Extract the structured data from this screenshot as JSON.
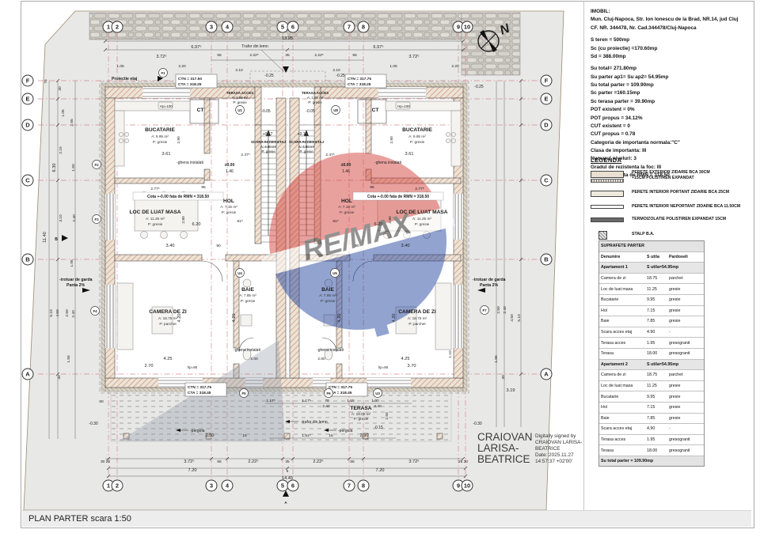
{
  "page": {
    "title_bar": "PLAN PARTER scara 1:50"
  },
  "property_info": {
    "heading": "IMOBIL:",
    "address1": "Mun. Cluj-Napoca, Str. Ion Ionescu de la Brad, NR.14, jud Cluj",
    "address2": "CF. NR. 344478, Nr. Cad.344478/Cluj-Napoca",
    "stats": [
      "S teren = 500mp",
      "Sc (cu proiectie) =170.60mp",
      "Sd = 388.00mp",
      "Su total= 271.80mp",
      "Su parter ap1= Su ap2= 54.95mp",
      "Su total parter = 109.90mp",
      "Sc parter =160.15mp",
      "Sc terasa parter = 39.90mp",
      "POT existent = 0%",
      "POT propus = 34.12%",
      "CUT existent = 0",
      "CUT propus = 0.78",
      "Categoria de importanta normala:\"C\"",
      "Clasa de importanta: III",
      "Numarul niveluri: 3",
      "Gradul de rezistenta la foc: III",
      "Cota +-0.00 fata de RMN = 318.50"
    ]
  },
  "legend": {
    "heading": "LEGENDA",
    "items": [
      "PERETE EXTERIOR ZIDARIE BCA 30CM\n+15CM POLISTIREN EXPANDAT",
      "PERETE INTERIOR PORTANT  ZIDARIE BCA 25CM",
      "PERETE INTERIOR NEPORTANT  ZIDARIE BCA 11.50CM",
      "TERMOIZOLATIE POLISTIREN EXPANDAT 15CM",
      "STALP B.A."
    ]
  },
  "areas_table": {
    "title": "SUPRAFETE PARTER",
    "columns": [
      "Denumire",
      "S utila",
      "Pardoseli"
    ],
    "sections": [
      {
        "name": "Apartament 1",
        "subtotal": "S utila=54.95mp",
        "rows": [
          [
            "Camera de zi",
            "18.75",
            "parchet"
          ],
          [
            "Loc de luat masa",
            "11.25",
            "gresie"
          ],
          [
            "Bucatarie",
            "9.95",
            "gresie"
          ],
          [
            "Hol",
            "7.15",
            "gresie"
          ],
          [
            "Baie",
            "7.85",
            "gresie"
          ],
          [
            "Scara acces etaj",
            "4.90",
            "-"
          ],
          [
            "Terasa acces",
            "1.95",
            "gresogranit"
          ],
          [
            "Terasa",
            "18.00",
            "gresogranit"
          ]
        ]
      },
      {
        "name": "Apartament 2",
        "subtotal": "S utila=54.95mp",
        "rows": [
          [
            "Camera de zi",
            "18.75",
            "parchet"
          ],
          [
            "Loc de luat masa",
            "11.25",
            "gresie"
          ],
          [
            "Bucatarie",
            "9.95",
            "gresie"
          ],
          [
            "Hol",
            "7.15",
            "gresie"
          ],
          [
            "Baie",
            "7.85",
            "gresie"
          ],
          [
            "Scara acces etaj",
            "4.90",
            "-"
          ],
          [
            "Terasa acces",
            "1.95",
            "gresogranit"
          ],
          [
            "Terasa",
            "18.00",
            "gresogranit"
          ]
        ]
      }
    ],
    "footer": "Su total parter = 109.90mp"
  },
  "signature": {
    "name": "CRAIOVAN LARISA-BEATRICE",
    "details": "Digitally signed by\nCRAIOVAN LARISA-\nBEATRICE\nDate: 2025.11.27\n14:57:37 +02'00'"
  },
  "plan": {
    "north": "N",
    "grid_cols": [
      "1",
      "2",
      "3",
      "4",
      "5",
      "6",
      "7",
      "8",
      "9",
      "10"
    ],
    "grid_rows": [
      "A",
      "B",
      "C",
      "D",
      "E",
      "F"
    ],
    "rooms": {
      "bucatarie": {
        "name": "BUCATARIE",
        "area": "A: 9.95 m²",
        "floor": "P: gresie"
      },
      "loc_masa": {
        "name": "LOC DE LUAT MASA",
        "area": "A: 11.25 m²",
        "floor": "P: gresie"
      },
      "camera_zi": {
        "name": "CAMERA DE ZI",
        "area": "A: 18.75 m²",
        "floor": "P: parchet"
      },
      "hol": {
        "name": "HOL",
        "area": "A: 7.15 m²",
        "floor": "P: gresie"
      },
      "baie": {
        "name": "BAIE",
        "area": "A: 7.85 m²",
        "floor": "P: gresie"
      },
      "scara": {
        "name": "SCARA ACCES ETAJ",
        "area": "A: 4.90 m²",
        "floor": "P: gresie"
      },
      "terasa_acces": {
        "name": "TERASA ACCES",
        "area": "A: 1.95 m²",
        "floor": "P: gresie"
      },
      "terasa": {
        "name": "TERASA",
        "area": "A: 18.00 m²",
        "floor": "P: gresie"
      },
      "ct": "CT"
    },
    "levels": {
      "ctn_tl": "CTN = 317.50",
      "cta_t": "CTA = 318.25",
      "ctn_tr": "CTN = 317.75",
      "ctn_b": "CTN = 317.75",
      "cta_b": "CTA = 318.45",
      "zero": "±0.00",
      "c146": "1.46",
      "m005": "-0.05",
      "p017": "+0.17",
      "m015": "-0.15",
      "m025": "-0.25",
      "m030": "-0.30"
    },
    "annotations": {
      "proiectie": "Proiectie etaj",
      "trafor_top": "Trafor din lemn",
      "trafor_bottom": "-trafor din lemn",
      "pergola": "-pergola",
      "trotuar": "-trotuar de garda",
      "panta": "Panta 2%",
      "ghena": "-ghena instalati",
      "cota_rmn": "Cota +-0.00 fata de RMN = 318.50",
      "hp100": "Hp=100",
      "hp90": "hp=90"
    },
    "markers": {
      "f1": "F1",
      "f2": "F2",
      "f3": "F3",
      "f4": "F4",
      "f5": "F5",
      "f6": "F6",
      "f7": "F7",
      "u1": "U1",
      "u3": "U3",
      "u4": "U4",
      "u5": "U5",
      "u8": "U8",
      "a": "A",
      "b": "B"
    },
    "dims": {
      "d1445": "14.45",
      "d1395": "13.95",
      "d1140": "11.40",
      "d720": "7.20",
      "d697": "6.97⁵",
      "d630": "6.30",
      "d620": "6.20",
      "d510": "5.10",
      "d450": "4.50",
      "d425": "4.25",
      "d420": "4.20",
      "d372": "3.72⁵",
      "d370": "3.70",
      "d361": "3.61",
      "d340": "3.40",
      "d319": "3.19",
      "d310": "3.10",
      "d290": "2.90",
      "d280": "2.80",
      "d277": "2.77⁵",
      "d270": "2.70",
      "d255": "2.55",
      "d250": "2.50",
      "d247": "2.47⁵",
      "d240": "2.40",
      "d222": "2.22⁵",
      "d220": "2.20",
      "d215": "2.15",
      "d210": "2.10",
      "d200": "2.00",
      "d155": "1.55",
      "d151": "1.51⁵",
      "d150": "1.50",
      "d146": "1.46",
      "d117": "1.17⁵",
      "d115": "1.15",
      "d110": "1.10",
      "d105": "1.05",
      "d100": "1.00",
      "d95": "95",
      "d915": "91⁵",
      "d90": "90",
      "d75": "75",
      "d70": "70",
      "d60": "60",
      "d55": "55",
      "d35": "35",
      "d30": "30",
      "d25": "25",
      "d15": "15",
      "d5": "5",
      "d3025": "30 25",
      "d2530": "25 30"
    }
  }
}
